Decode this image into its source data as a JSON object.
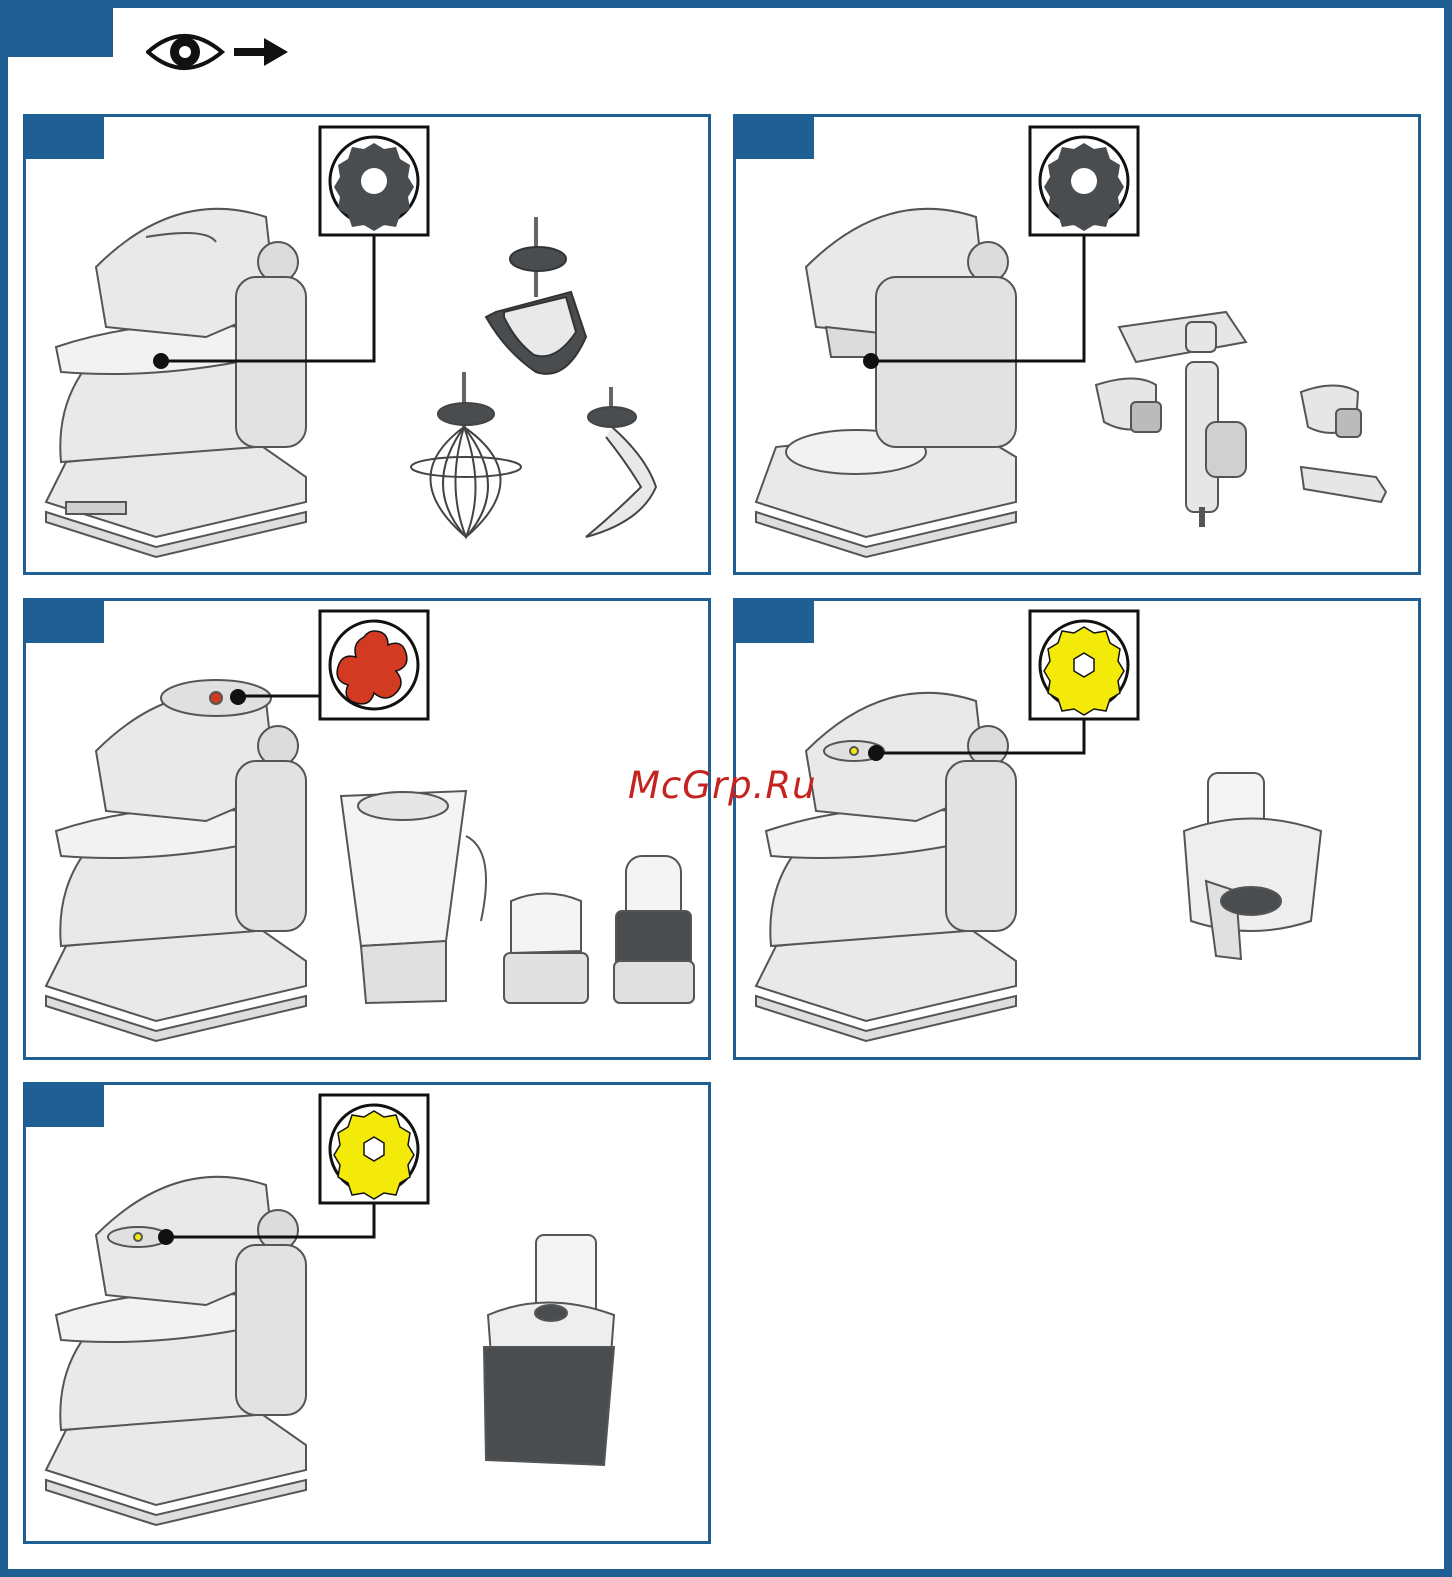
{
  "header": {
    "icon": "eye-arrow-icon"
  },
  "watermark": "McGrp.Ru",
  "panels": [
    {
      "id": "a",
      "drive": "gear-dark-icon",
      "accessories": [
        "kneading-hook-icon",
        "whisk-icon",
        "stirring-hook-icon"
      ]
    },
    {
      "id": "b",
      "drive": "gear-dark-icon",
      "accessories": [
        "meat-grinder-icon",
        "grater-attachment-icon",
        "noodle-attachment-icon"
      ]
    },
    {
      "id": "c",
      "drive": "gear-red-icon",
      "accessories": [
        "blender-jug-icon",
        "mini-chopper-icon",
        "grinder-cup-icon"
      ]
    },
    {
      "id": "d",
      "drive": "gear-yellow-icon",
      "accessories": [
        "food-processor-icon"
      ]
    },
    {
      "id": "e",
      "drive": "gear-yellow-icon",
      "accessories": [
        "slicer-dicer-icon"
      ]
    }
  ],
  "colors": {
    "frame": "#1f5f93",
    "drive_dark": "#4a4d50",
    "drive_red": "#d23a21",
    "drive_yellow": "#f4ea0a",
    "watermark": "#c4231f"
  }
}
